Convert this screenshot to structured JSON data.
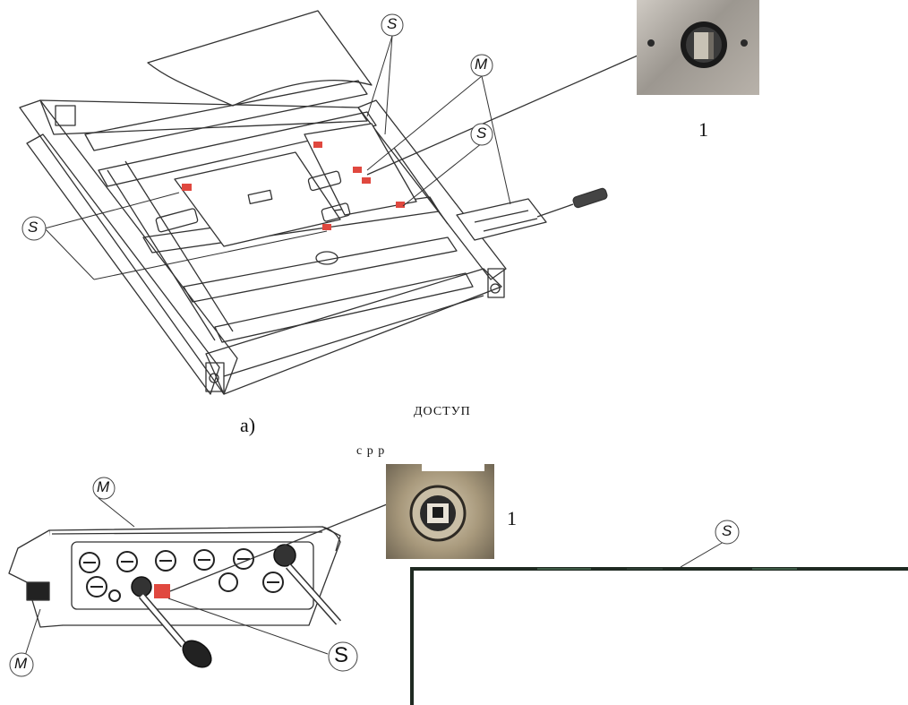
{
  "callouts": {
    "seal": "S",
    "mark": "M"
  },
  "captions": {
    "detail_1_top": "1",
    "detail_1_bottom": "1",
    "fig_a": "а)",
    "frag_top": "ДОСТУП",
    "frag_bottom": "с р                        р"
  },
  "colors": {
    "seal_red": "#e0483f",
    "line": "#333333",
    "photo_dark": "#2a2a2a",
    "photo_metal": "#9c9790"
  }
}
